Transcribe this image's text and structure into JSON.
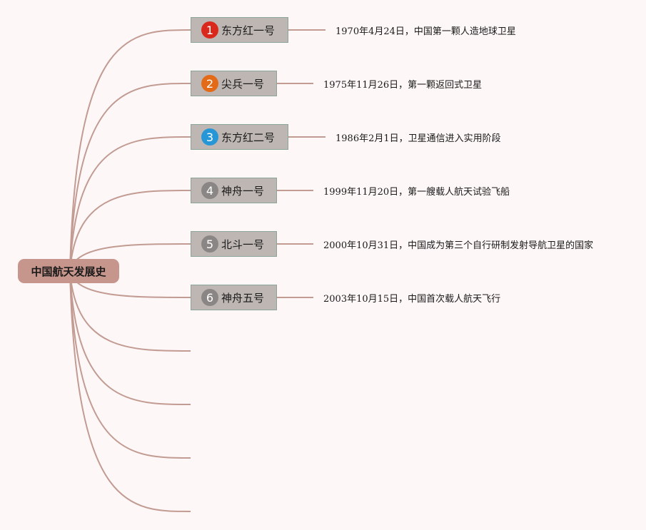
{
  "root": {
    "label": "中国航天发展史"
  },
  "nodes": [
    {
      "num": "1",
      "label": "东方红一号",
      "color": "#d9271c",
      "desc": "1970年4月24日，中国第一颗人造地球卫星"
    },
    {
      "num": "2",
      "label": "尖兵一号",
      "color": "#e36a17",
      "desc": "1975年11月26日，第一颗返回式卫星"
    },
    {
      "num": "3",
      "label": "东方红二号",
      "color": "#2796d6",
      "desc": "1986年2月1日，卫星通信进入实用阶段"
    },
    {
      "num": "4",
      "label": "神舟一号",
      "color": "#8a8685",
      "desc": "1999年11月20日，第一艘载人航天试验飞船"
    },
    {
      "num": "5",
      "label": "北斗一号",
      "color": "#8a8685",
      "desc": "2000年10月31日，中国成为第三个自行研制发射导航卫星的国家"
    },
    {
      "num": "6",
      "label": "神舟五号",
      "color": "#8a8685",
      "desc": "2003年10月15日，中国首次载人航天飞行"
    }
  ],
  "empty_branches": 4,
  "colors": {
    "connector": "#c29b92",
    "root_bg": "#c6958b",
    "node_bg": "#bdb6b3",
    "node_border": "#8aa59a",
    "background": "#fdf7f7"
  }
}
